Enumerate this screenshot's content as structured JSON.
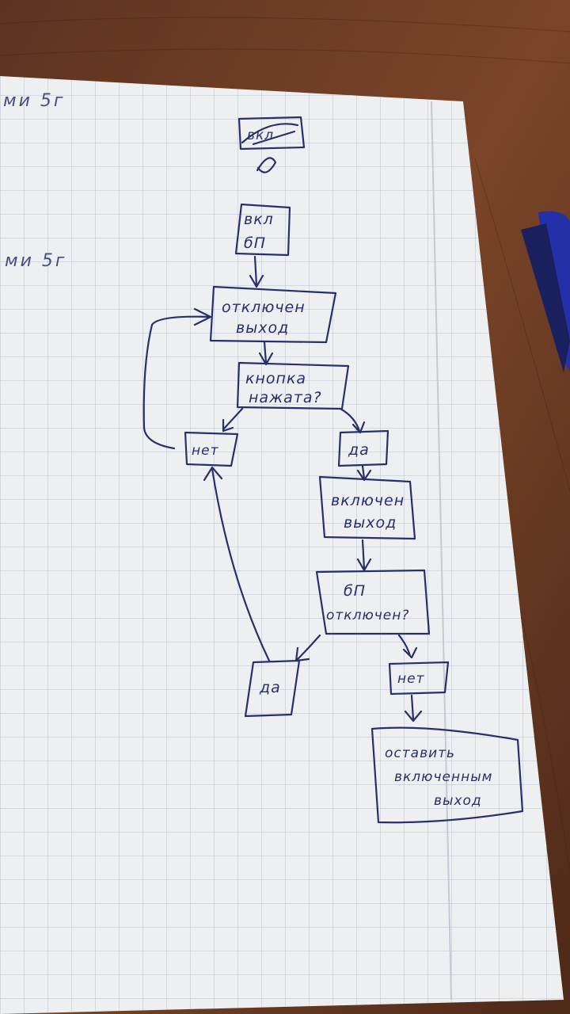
{
  "flowchart": {
    "start_label": "вкл",
    "power_on": [
      "вкл",
      "бП"
    ],
    "output_off": [
      "отключен",
      "выход"
    ],
    "button_pressed": [
      "кнопка",
      "нажата?"
    ],
    "no_1": "нет",
    "yes_1": "да",
    "output_on": [
      "включен",
      "выход"
    ],
    "psu_off": [
      "бП",
      "отключен?"
    ],
    "yes_2": "да",
    "no_2": "нет",
    "keep_on": [
      "оставить",
      "включенным",
      "выход"
    ]
  },
  "margin_notes": [
    "ми 5г",
    "ми 5г"
  ],
  "colors": {
    "ink": "#2a2f6b",
    "paper": "#eeeff0",
    "grid": "#b9c0cf",
    "table": "#6e3d24",
    "pen": "#2430a8"
  }
}
